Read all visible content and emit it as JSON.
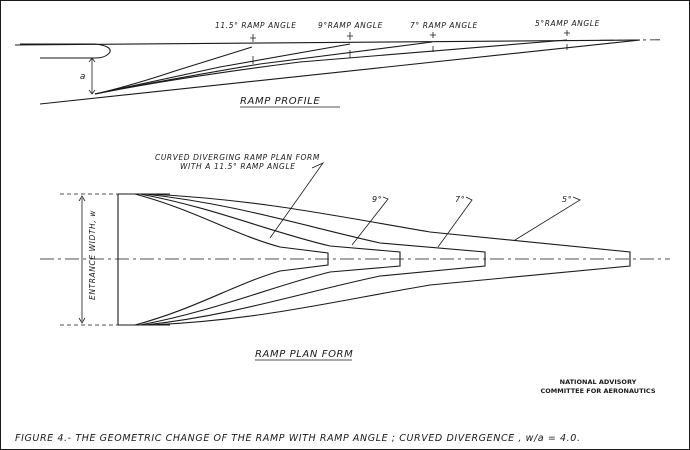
{
  "profile": {
    "labels": {
      "a115": "11.5° RAMP ANGLE",
      "a9": "9°RAMP ANGLE",
      "a7": "7° RAMP ANGLE",
      "a5": "5°RAMP ANGLE"
    },
    "dim": "a",
    "title": "RAMP PROFILE"
  },
  "plan": {
    "callout_line1": "CURVED DIVERGING RAMP PLAN FORM",
    "callout_line2": "WITH A 11.5° RAMP ANGLE",
    "a9": "9°",
    "a7": "7°",
    "a5": "5°",
    "width_label": "ENTRANCE WIDTH, w",
    "title": "RAMP PLAN FORM"
  },
  "credit": {
    "line1": "NATIONAL ADVISORY",
    "line2": "COMMITTEE FOR AERONAUTICS"
  },
  "caption": "FIGURE 4.- THE GEOMETRIC CHANGE OF THE RAMP WITH RAMP ANGLE ; CURVED DIVERGENCE , w/a = 4.0."
}
